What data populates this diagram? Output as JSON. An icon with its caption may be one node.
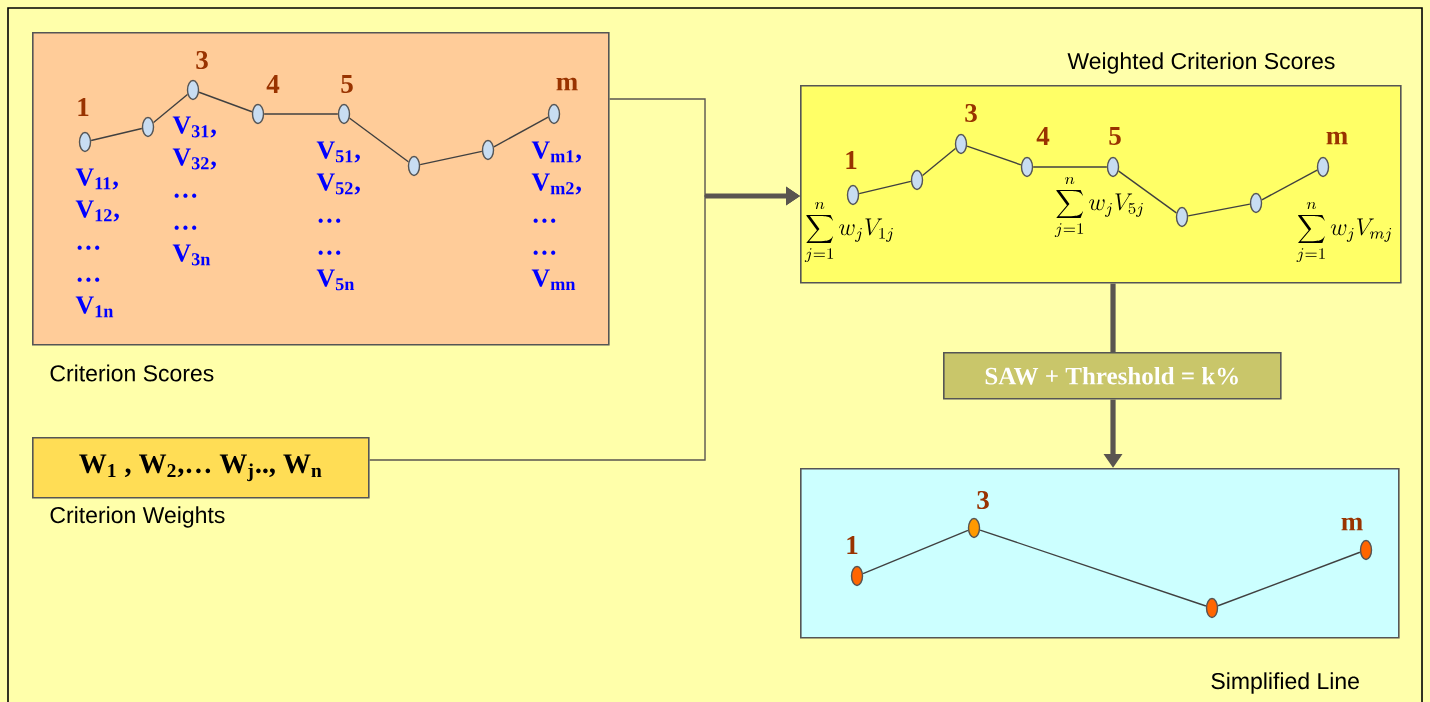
{
  "diagram": {
    "nodes": [
      {
        "text": [
          "Criterion Scores"
        ]
      },
      {
        "text": [],
        "shape": "ellipse",
        "in": 0,
        "beside": [
          "1",
          "V$_{11}$, V$_{12}$, … … V$_{1n}$"
        ]
      },
      {
        "text": [],
        "shape": "ellipse",
        "in": 0
      },
      {
        "text": [],
        "shape": "ellipse",
        "in": 0,
        "beside": [
          "3",
          "V$_{31}$, V$_{32}$, … … V$_{3n}$"
        ]
      },
      {
        "text": [],
        "shape": "ellipse",
        "in": 0,
        "beside": [
          "4"
        ]
      },
      {
        "text": [],
        "shape": "ellipse",
        "in": 0,
        "beside": [
          "5",
          "V$_{51}$, V$_{52}$, … … V$_{5n}$"
        ]
      },
      {
        "text": [],
        "shape": "ellipse",
        "in": 0
      },
      {
        "text": [],
        "shape": "ellipse",
        "in": 0
      },
      {
        "text": [],
        "shape": "ellipse",
        "in": 0,
        "beside": [
          "m",
          "V$_{m1}$, V$_{m2}$, … … V$_{mn}$"
        ]
      },
      {
        "text": [
          "W$_{1}$ , W$_{2}$,… W$_{j}$.., W$_{n}$",
          "Criterion Weights"
        ]
      },
      {
        "text": [
          "Weighted Criterion Scores"
        ]
      },
      {
        "text": [],
        "shape": "ellipse",
        "in": 10,
        "beside": [
          "1",
          "\\sum_{j=1}^{n} w_j V_{1j}"
        ]
      },
      {
        "text": [],
        "shape": "ellipse",
        "in": 10
      },
      {
        "text": [],
        "shape": "ellipse",
        "in": 10,
        "beside": [
          "3"
        ]
      },
      {
        "text": [],
        "shape": "ellipse",
        "in": 10,
        "beside": [
          "4"
        ]
      },
      {
        "text": [],
        "shape": "ellipse",
        "in": 10,
        "beside": [
          "5",
          "\\sum_{j=1}^{n} w_j V_{5j}"
        ]
      },
      {
        "text": [],
        "shape": "ellipse",
        "in": 10
      },
      {
        "text": [],
        "shape": "ellipse",
        "in": 10
      },
      {
        "text": [],
        "shape": "ellipse",
        "in": 10,
        "beside": [
          "m",
          "\\sum_{j=1}^{n} w_j V_{mj}"
        ]
      },
      {
        "text": [
          "SAW + Threshold = k%"
        ]
      },
      {
        "text": [
          "Simplified Line"
        ]
      },
      {
        "text": [],
        "shape": "ellipse",
        "in": 20,
        "beside": [
          "1"
        ]
      },
      {
        "text": [],
        "shape": "ellipse",
        "in": 20,
        "beside": [
          "3"
        ]
      },
      {
        "text": [],
        "shape": "ellipse",
        "in": 20
      },
      {
        "text": [],
        "shape": "ellipse",
        "in": 20,
        "beside": [
          "m"
        ]
      }
    ],
    "edges": [
      {
        "from": 1,
        "to": 2,
        "arrow": "none"
      },
      {
        "from": 2,
        "to": 3,
        "arrow": "none"
      },
      {
        "from": 3,
        "to": 4,
        "arrow": "none"
      },
      {
        "from": 4,
        "to": 5,
        "arrow": "none"
      },
      {
        "from": 5,
        "to": 6,
        "arrow": "none"
      },
      {
        "from": 6,
        "to": 7,
        "arrow": "none"
      },
      {
        "from": 7,
        "to": 8,
        "arrow": "none"
      },
      {
        "from": 11,
        "to": 12,
        "arrow": "none"
      },
      {
        "from": 12,
        "to": 13,
        "arrow": "none"
      },
      {
        "from": 13,
        "to": 14,
        "arrow": "none"
      },
      {
        "from": 14,
        "to": 15,
        "arrow": "none"
      },
      {
        "from": 15,
        "to": 16,
        "arrow": "none"
      },
      {
        "from": 16,
        "to": 17,
        "arrow": "none"
      },
      {
        "from": 17,
        "to": 18,
        "arrow": "none"
      },
      {
        "from": 21,
        "to": 22,
        "arrow": "none"
      },
      {
        "from": 22,
        "to": 23,
        "arrow": "none"
      },
      {
        "from": 23,
        "to": 24,
        "arrow": "none"
      },
      {
        "from": 0,
        "to": 10,
        "arrow": "to"
      },
      {
        "from": 9,
        "to": 10,
        "arrow": "to"
      },
      {
        "from": 10,
        "to": 19,
        "arrow": "none",
        "style": "thick"
      },
      {
        "from": 19,
        "to": 20,
        "arrow": "to",
        "style": "thick"
      }
    ]
  }
}
